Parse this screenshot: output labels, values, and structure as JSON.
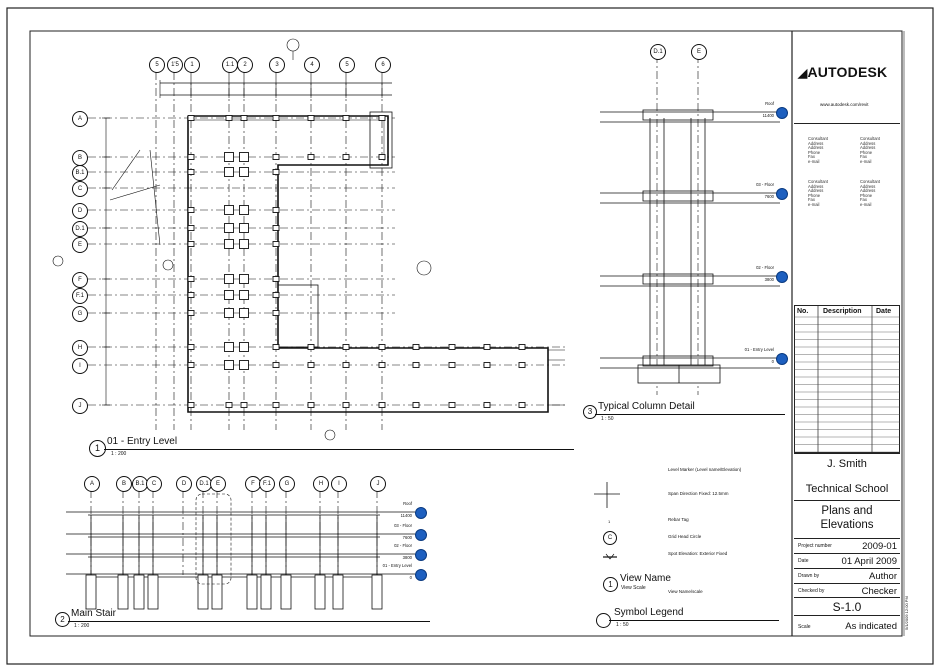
{
  "titleblock": {
    "logo": "AUTODESK",
    "website": "www.autodesk.com/revit",
    "consultants": [
      {
        "title": "Consultant",
        "lines": [
          "Address",
          "Address",
          "Phone",
          "Fax",
          "e-mail"
        ]
      },
      {
        "title": "Consultant",
        "lines": [
          "Address",
          "Address",
          "Phone",
          "Fax",
          "e-mail"
        ]
      },
      {
        "title": "Consultant",
        "lines": [
          "Address",
          "Address",
          "Phone",
          "Fax",
          "e-mail"
        ]
      },
      {
        "title": "Consultant",
        "lines": [
          "Address",
          "Address",
          "Phone",
          "Fax",
          "e-mail"
        ]
      }
    ],
    "revision_headers": {
      "no": "No.",
      "description": "Description",
      "date": "Date"
    },
    "client": "J. Smith",
    "project": "Technical School",
    "sheet_name_1": "Plans and",
    "sheet_name_2": "Elevations",
    "project_number_label": "Project number",
    "project_number": "2009-01",
    "date_label": "Date",
    "date": "01 April 2009",
    "drawn_by_label": "Drawn by",
    "drawn_by": "Author",
    "checked_by_label": "Checked by",
    "checked_by": "Checker",
    "sheet_number": "S-1.0",
    "scale_label": "Scale",
    "scale": "As indicated",
    "side_stamp": "5/1/2009 12:00 PM"
  },
  "views": {
    "entry": {
      "number": "1",
      "name": "01 - Entry Level",
      "scale": "1 : 200"
    },
    "stair": {
      "number": "2",
      "name": "Main Stair",
      "scale": "1 : 200"
    },
    "column": {
      "number": "3",
      "name": "Typical Column Detail",
      "scale": "1 : 50"
    },
    "legend": {
      "name": "Symbol Legend",
      "scale": "1 : 50"
    }
  },
  "plan": {
    "top_grids": [
      "5",
      "1'5",
      "1",
      "1.1",
      "2",
      "3",
      "4",
      "5",
      "6"
    ],
    "left_grids": [
      "A",
      "B",
      "B.1",
      "C",
      "D",
      "D.1",
      "E",
      "F",
      "F.1",
      "G",
      "H",
      "I",
      "J"
    ]
  },
  "stair_grids": [
    "A",
    "B",
    "B.1",
    "C",
    "D",
    "D.1",
    "E",
    "F",
    "F.1",
    "G",
    "H",
    "I",
    "J"
  ],
  "stair_levels": [
    {
      "name": "Roof",
      "value": "11400"
    },
    {
      "name": "03 - Floor",
      "value": "7600"
    },
    {
      "name": "02 - Floor",
      "value": "3800"
    },
    {
      "name": "01 - Entry Level",
      "value": "0"
    }
  ],
  "column_grids": [
    "D.1",
    "E"
  ],
  "column_levels": [
    {
      "name": "Roof",
      "value": "11400"
    },
    {
      "name": "03 - Floor",
      "value": "7600"
    },
    {
      "name": "02 - Floor",
      "value": "3800"
    },
    {
      "name": "01 - Entry Level",
      "value": "0"
    }
  ],
  "legend": {
    "level_marker": "Level Marker (Level name/Elevation)",
    "span_direction": "Span Direction Fixed: 12.5mm",
    "rebar_tag": "Rebar Tag",
    "grid_head": "Grid Head Circle",
    "grid_head_letter": "C",
    "spot_elevation": "Spot Elevation: Exterior Fixed",
    "view_name": "View Name",
    "view_scale": "View Scale",
    "view_name_scale": "View Name/scale",
    "view_number": "1"
  }
}
